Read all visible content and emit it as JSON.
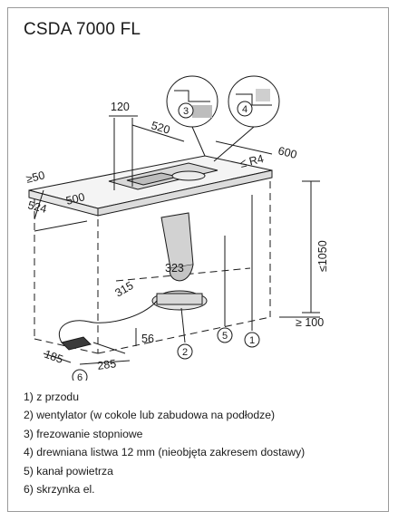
{
  "title": "CSDA 7000 FL",
  "dimensions": {
    "d120": "120",
    "d520": "520",
    "d600": "600",
    "r4": "≤ R4",
    "d50": "≥50",
    "d500": "500",
    "d524": "524",
    "d1050": "≤1050",
    "d323": "323",
    "d315": "315",
    "d100": "≥ 100",
    "d56": "56",
    "d185": "185",
    "d285": "285"
  },
  "callouts": {
    "c1": "1",
    "c2": "2",
    "c3": "3",
    "c4": "4",
    "c5": "5",
    "c6": "6"
  },
  "legend": [
    "1) z przodu",
    "2) wentylator (w cokole lub zabudowa na podłodze)",
    "3) frezowanie stopniowe",
    "4) drewniana listwa 12 mm (nieobjęta zakresem dostawy)",
    "5) kanał powietrza",
    "6) skrzynka el."
  ]
}
